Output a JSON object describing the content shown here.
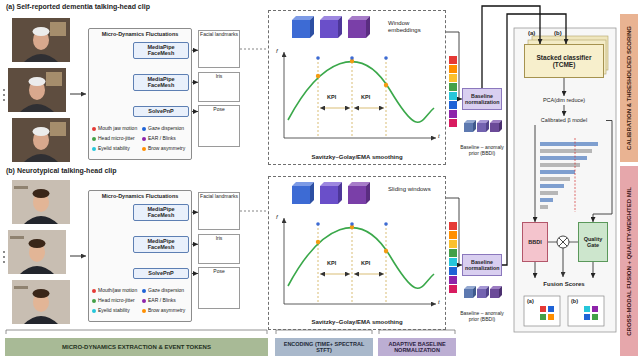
{
  "diagram": {
    "nodes": [
      {
        "text": [
          "Micro-Dynamics Fluctuations"
        ]
      },
      {
        "text": [
          "MediaPipe FaceMesh"
        ],
        "in": 0
      },
      {
        "text": [
          "MediaPipe FaceMesh"
        ],
        "in": 0
      },
      {
        "text": [
          "SolvePnP"
        ],
        "in": 0
      },
      {
        "text": [
          "Facial landmarks"
        ]
      },
      {
        "text": [
          "Iris"
        ]
      },
      {
        "text": [
          "Pose"
        ]
      },
      {
        "text": [
          "Savitzky–Golay/EMA smoothing"
        ]
      },
      {
        "text": [
          "Baseline normalization"
        ]
      },
      {
        "text": [
          "Baseline – anomaly prior (BBDI)"
        ]
      },
      {
        "text": [
          "Micro-Dynamics Fluctuations"
        ]
      },
      {
        "text": [
          "MediaPipe FaceMesh"
        ],
        "in": 10
      },
      {
        "text": [
          "MediaPipe FaceMesh"
        ],
        "in": 10
      },
      {
        "text": [
          "SolvePnP"
        ],
        "in": 10
      },
      {
        "text": [
          "Facial landmarks"
        ]
      },
      {
        "text": [
          "Iris"
        ]
      },
      {
        "text": [
          "Pose"
        ]
      },
      {
        "text": [
          "Savitzky–Golay/EMA smoothing"
        ]
      },
      {
        "text": [
          "Baseline normalization"
        ]
      },
      {
        "text": [
          "Baseline – anomaly prior (BBDI)"
        ]
      },
      {
        "text": [
          "Stacked classifier (TCME)"
        ]
      },
      {
        "text": [
          "PCA(dim reduce)"
        ]
      },
      {
        "text": [
          "Calibrated β model"
        ]
      },
      {
        "text": [
          "BBDI"
        ]
      },
      {
        "text": [
          "Quality Gate"
        ]
      },
      {
        "text": [
          "Fusion Scores"
        ]
      },
      {
        "text": [
          "MICRO-DYNAMICS EXTRACTION & EVENT TOKENS"
        ]
      },
      {
        "text": [
          "ENCODING (TIME+ SPECTRAL STFT)"
        ]
      },
      {
        "text": [
          "ADAPTIVE BASELINE NORMALIZATION"
        ]
      },
      {
        "text": [
          "CALIBRATION & THRESHOLDED SCORING"
        ]
      },
      {
        "text": [
          "CROSS-MODAL FUSION + QUALITY-WEIGHTED MIL"
        ]
      }
    ],
    "edges": [
      {
        "from": 1,
        "to": 4,
        "arrow": "to"
      },
      {
        "from": 2,
        "to": 5,
        "arrow": "to"
      },
      {
        "from": 3,
        "to": 6,
        "arrow": "to"
      },
      {
        "from": 4,
        "to": 7,
        "arrow": "none"
      },
      {
        "from": 7,
        "to": 8,
        "arrow": "to"
      },
      {
        "from": 8,
        "to": 20,
        "arrow": "to"
      },
      {
        "from": 18,
        "to": 20,
        "arrow": "to"
      },
      {
        "from": 11,
        "to": 14,
        "arrow": "to"
      },
      {
        "from": 12,
        "to": 15,
        "arrow": "to"
      },
      {
        "from": 13,
        "to": 16,
        "arrow": "to"
      },
      {
        "from": 14,
        "to": 17,
        "arrow": "none"
      },
      {
        "from": 17,
        "to": 18,
        "arrow": "to"
      },
      {
        "from": 20,
        "to": 21,
        "arrow": "to"
      },
      {
        "from": 21,
        "to": 22,
        "arrow": "to"
      },
      {
        "from": 22,
        "to": 23,
        "arrow": "to"
      },
      {
        "from": 22,
        "to": 24,
        "arrow": "to"
      },
      {
        "from": 23,
        "to": 25,
        "arrow": "to"
      },
      {
        "from": 24,
        "to": 25,
        "arrow": "to"
      }
    ],
    "labels": [
      "(a) Self-reported dementia talking-head clip",
      "(b) Neurotypical talking-head clip",
      "Window embeddings",
      "f",
      "t",
      "KPI",
      "KPI",
      "Sliding windows",
      "f",
      "t",
      "KPI",
      "KPI",
      "(a)",
      "(b)",
      "(a)",
      "(b)"
    ],
    "legend": [
      {
        "text": "Mouth jaw motion",
        "color": "#e53935"
      },
      {
        "text": "Head micro-jitter",
        "color": "#43a047"
      },
      {
        "text": "Eyelid stability",
        "color": "#26c6da"
      },
      {
        "text": "Gaze dispersion",
        "color": "#1e63d6"
      },
      {
        "text": "EAR / Blinks",
        "color": "#8e24aa"
      },
      {
        "text": "Brow asymmetry",
        "color": "#ff8f00"
      },
      {
        "text": "Mouth/jaw motion",
        "color": "#e53935"
      },
      {
        "text": "Head micro-jitter",
        "color": "#43a047"
      },
      {
        "text": "Eyelid stability",
        "color": "#26c6da"
      },
      {
        "text": "Gaze dispersion",
        "color": "#1e63d6"
      },
      {
        "text": "EAR / Blinks",
        "color": "#8e24aa"
      },
      {
        "text": "Brow asymmetry",
        "color": "#ff8f00"
      }
    ]
  }
}
